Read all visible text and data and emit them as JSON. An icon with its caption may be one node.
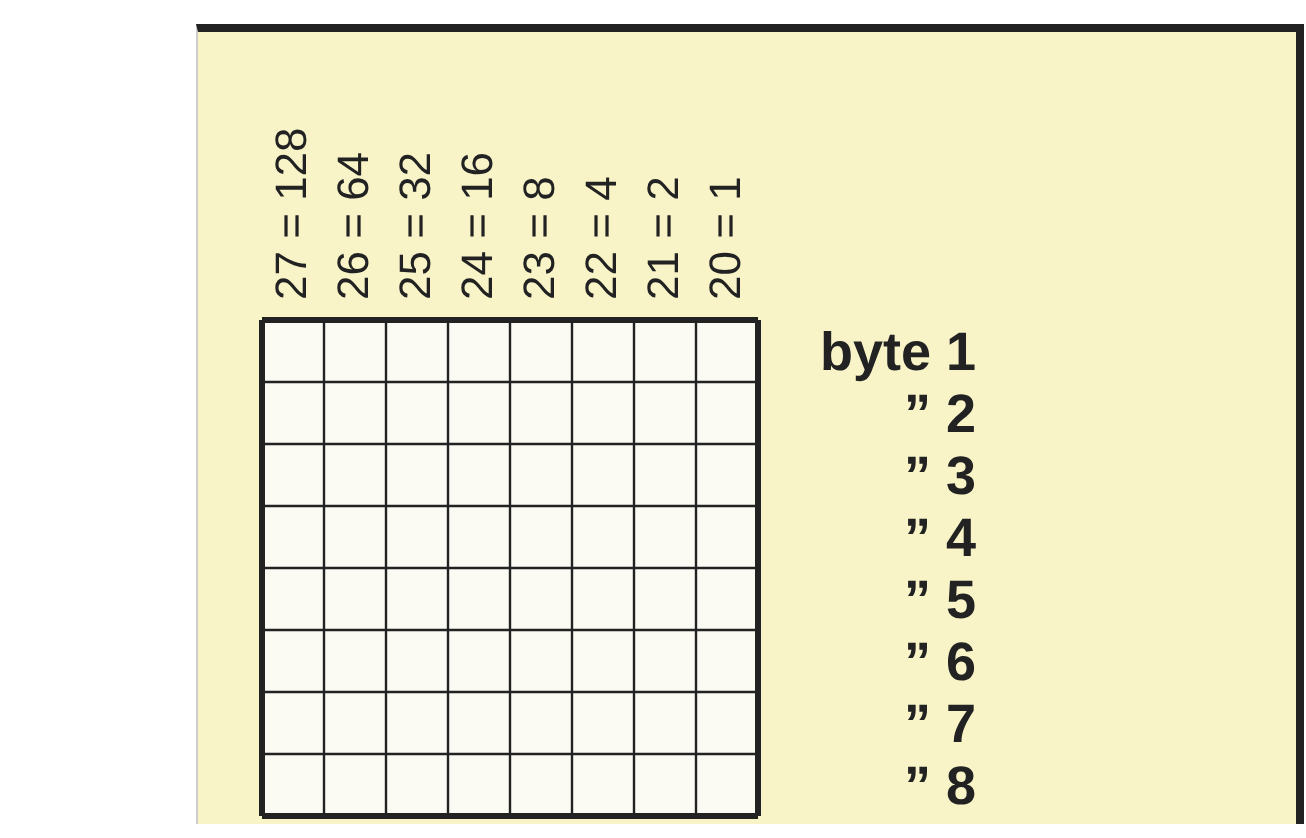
{
  "diagram": {
    "labels": [
      "2$^{7}$ = 128",
      "2$^{6}$ = 64",
      "2$^{5}$ = 32",
      "2$^{4}$ = 16",
      "2$^{3}$ = 8",
      "2$^{2}$ = 4",
      "2$^{1}$ = 2",
      "2$^{0}$ = 1",
      "byte 1",
      "” 2",
      "” 3",
      "” 4",
      "” 5",
      "” 6",
      "” 7",
      "” 8"
    ]
  }
}
